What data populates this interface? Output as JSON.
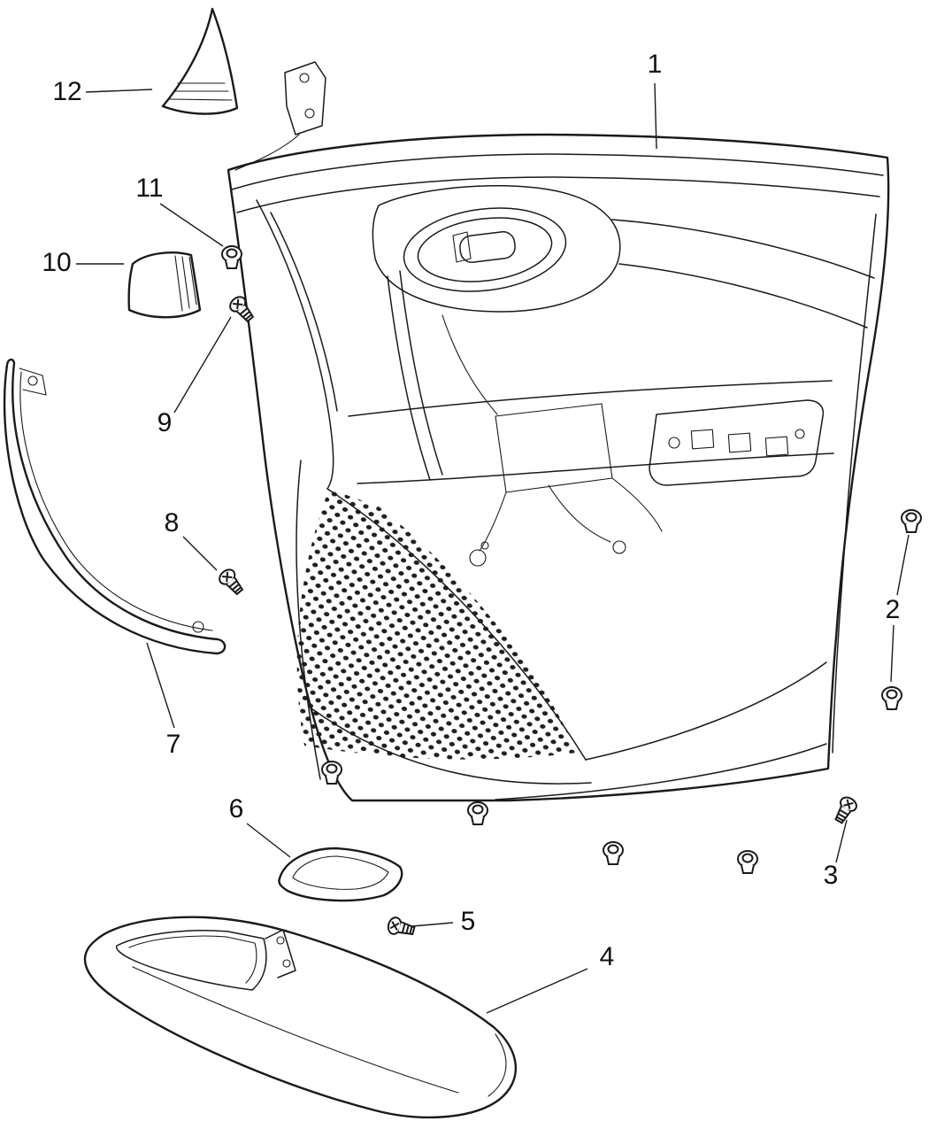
{
  "page": {
    "background_color": "#ffffff",
    "line_color": "#1a1a1a"
  },
  "diagram": {
    "type": "exploded-parts-diagram",
    "callouts": [
      {
        "label": "1"
      },
      {
        "label": "2"
      },
      {
        "label": "3"
      },
      {
        "label": "4"
      },
      {
        "label": "5"
      },
      {
        "label": "6"
      },
      {
        "label": "7"
      },
      {
        "label": "8"
      },
      {
        "label": "9"
      },
      {
        "label": "10"
      },
      {
        "label": "11"
      },
      {
        "label": "12"
      }
    ]
  }
}
